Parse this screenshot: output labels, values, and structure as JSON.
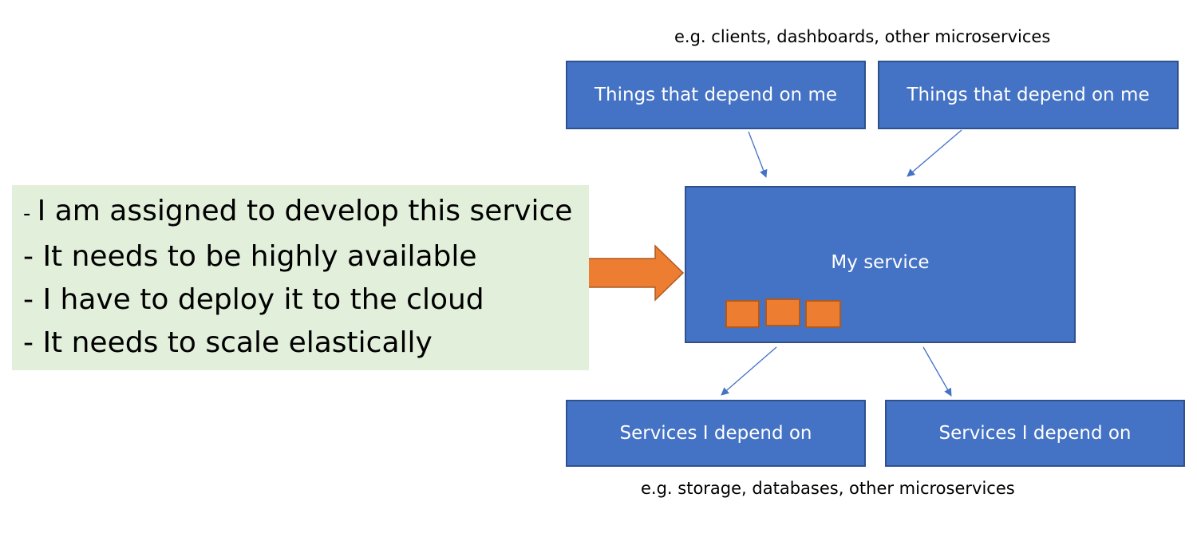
{
  "top_caption": "e.g. clients, dashboards, other microservices",
  "bottom_caption": "e.g. storage, databases, other microservices",
  "dependents": [
    {
      "label": "Things that depend on me"
    },
    {
      "label": "Things that depend on me"
    }
  ],
  "service": {
    "label": "My service",
    "instances": 3
  },
  "dependencies": [
    {
      "label": "Services I depend on"
    },
    {
      "label": "Services I depend on"
    }
  ],
  "requirements": [
    "I am assigned to develop this service",
    "It needs to be highly available",
    "I have to deploy it to the cloud",
    "It needs to scale elastically"
  ],
  "colors": {
    "box_fill": "#4472c4",
    "box_border": "#2f528f",
    "panel_fill": "#e2efda",
    "arrow_fill": "#ed7d31",
    "connector": "#4472c4"
  }
}
